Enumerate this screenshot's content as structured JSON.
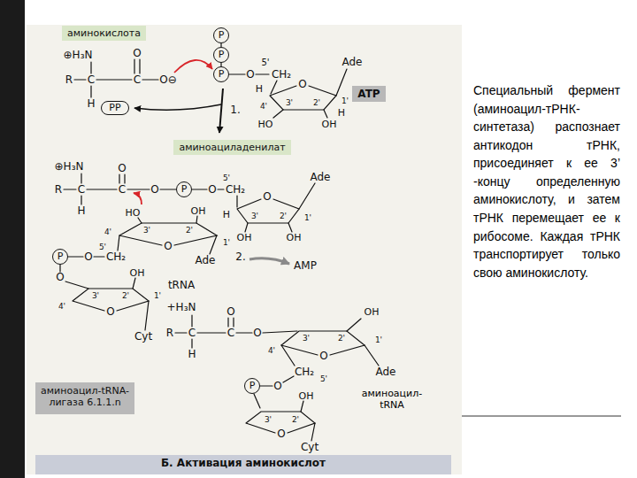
{
  "diagram": {
    "nodes": [
      {
        "text": [
          "аминокислота"
        ]
      },
      {
        "text": [
          "P"
        ]
      },
      {
        "text": [
          "P"
        ]
      },
      {
        "text": [
          "P"
        ]
      },
      {
        "text": [
          "ATP"
        ]
      },
      {
        "text": [
          "PP"
        ]
      },
      {
        "text": [
          "аминоациладенилат"
        ]
      },
      {
        "text": [
          "P"
        ]
      },
      {
        "text": [
          "P"
        ]
      },
      {
        "text": [
          "P"
        ]
      },
      {
        "text": [
          "аминоацил-tRNA-лигаза 6.1.1.n"
        ]
      },
      {
        "text": [
          "Б. Активация аминокислот"
        ]
      }
    ],
    "labels": [
      "⊕H₃N",
      "R",
      "C",
      "C",
      "O",
      "O⊖",
      "H",
      "O",
      "5'",
      "CH₂",
      "Ade",
      "O",
      "H",
      "4'",
      "3'",
      "2'",
      "1'",
      "H",
      "HO",
      "OH",
      "1.",
      "⊕H₃N",
      "R",
      "C",
      "C",
      "O",
      "H",
      "O",
      "O",
      "CH₂",
      "5'",
      "Ade",
      "O",
      "H",
      "3'",
      "2'",
      "1'",
      "OH",
      "OH",
      "HO",
      "OH",
      "3'",
      "2'",
      "4'",
      "1'",
      "O",
      "O",
      "CH₂",
      "5'",
      "Ade",
      "2.",
      "AMP",
      "tRNA",
      "O",
      "OH",
      "3'",
      "2'",
      "4'",
      "1'",
      "O",
      "Cyt",
      "+H₃N",
      "R",
      "C",
      "C",
      "O",
      "H",
      "O",
      "OH",
      "3'",
      "2'",
      "4'",
      "1'",
      "O",
      "Ade",
      "CH₂",
      "5'",
      "O",
      "OH",
      "3'",
      "2'",
      "O",
      "Cyt",
      "аминоацил-tRNA",
      "Специальный фермент (аминоацил-тРНК-синтетаза) распознает антикодон тРНК, присоединяет к ее 3’ -концу определенную аминокислоту, и затем тРНК перемещает ее к рибосоме. Каждая тРНК транспортирует только свою аминокислоту."
    ]
  }
}
